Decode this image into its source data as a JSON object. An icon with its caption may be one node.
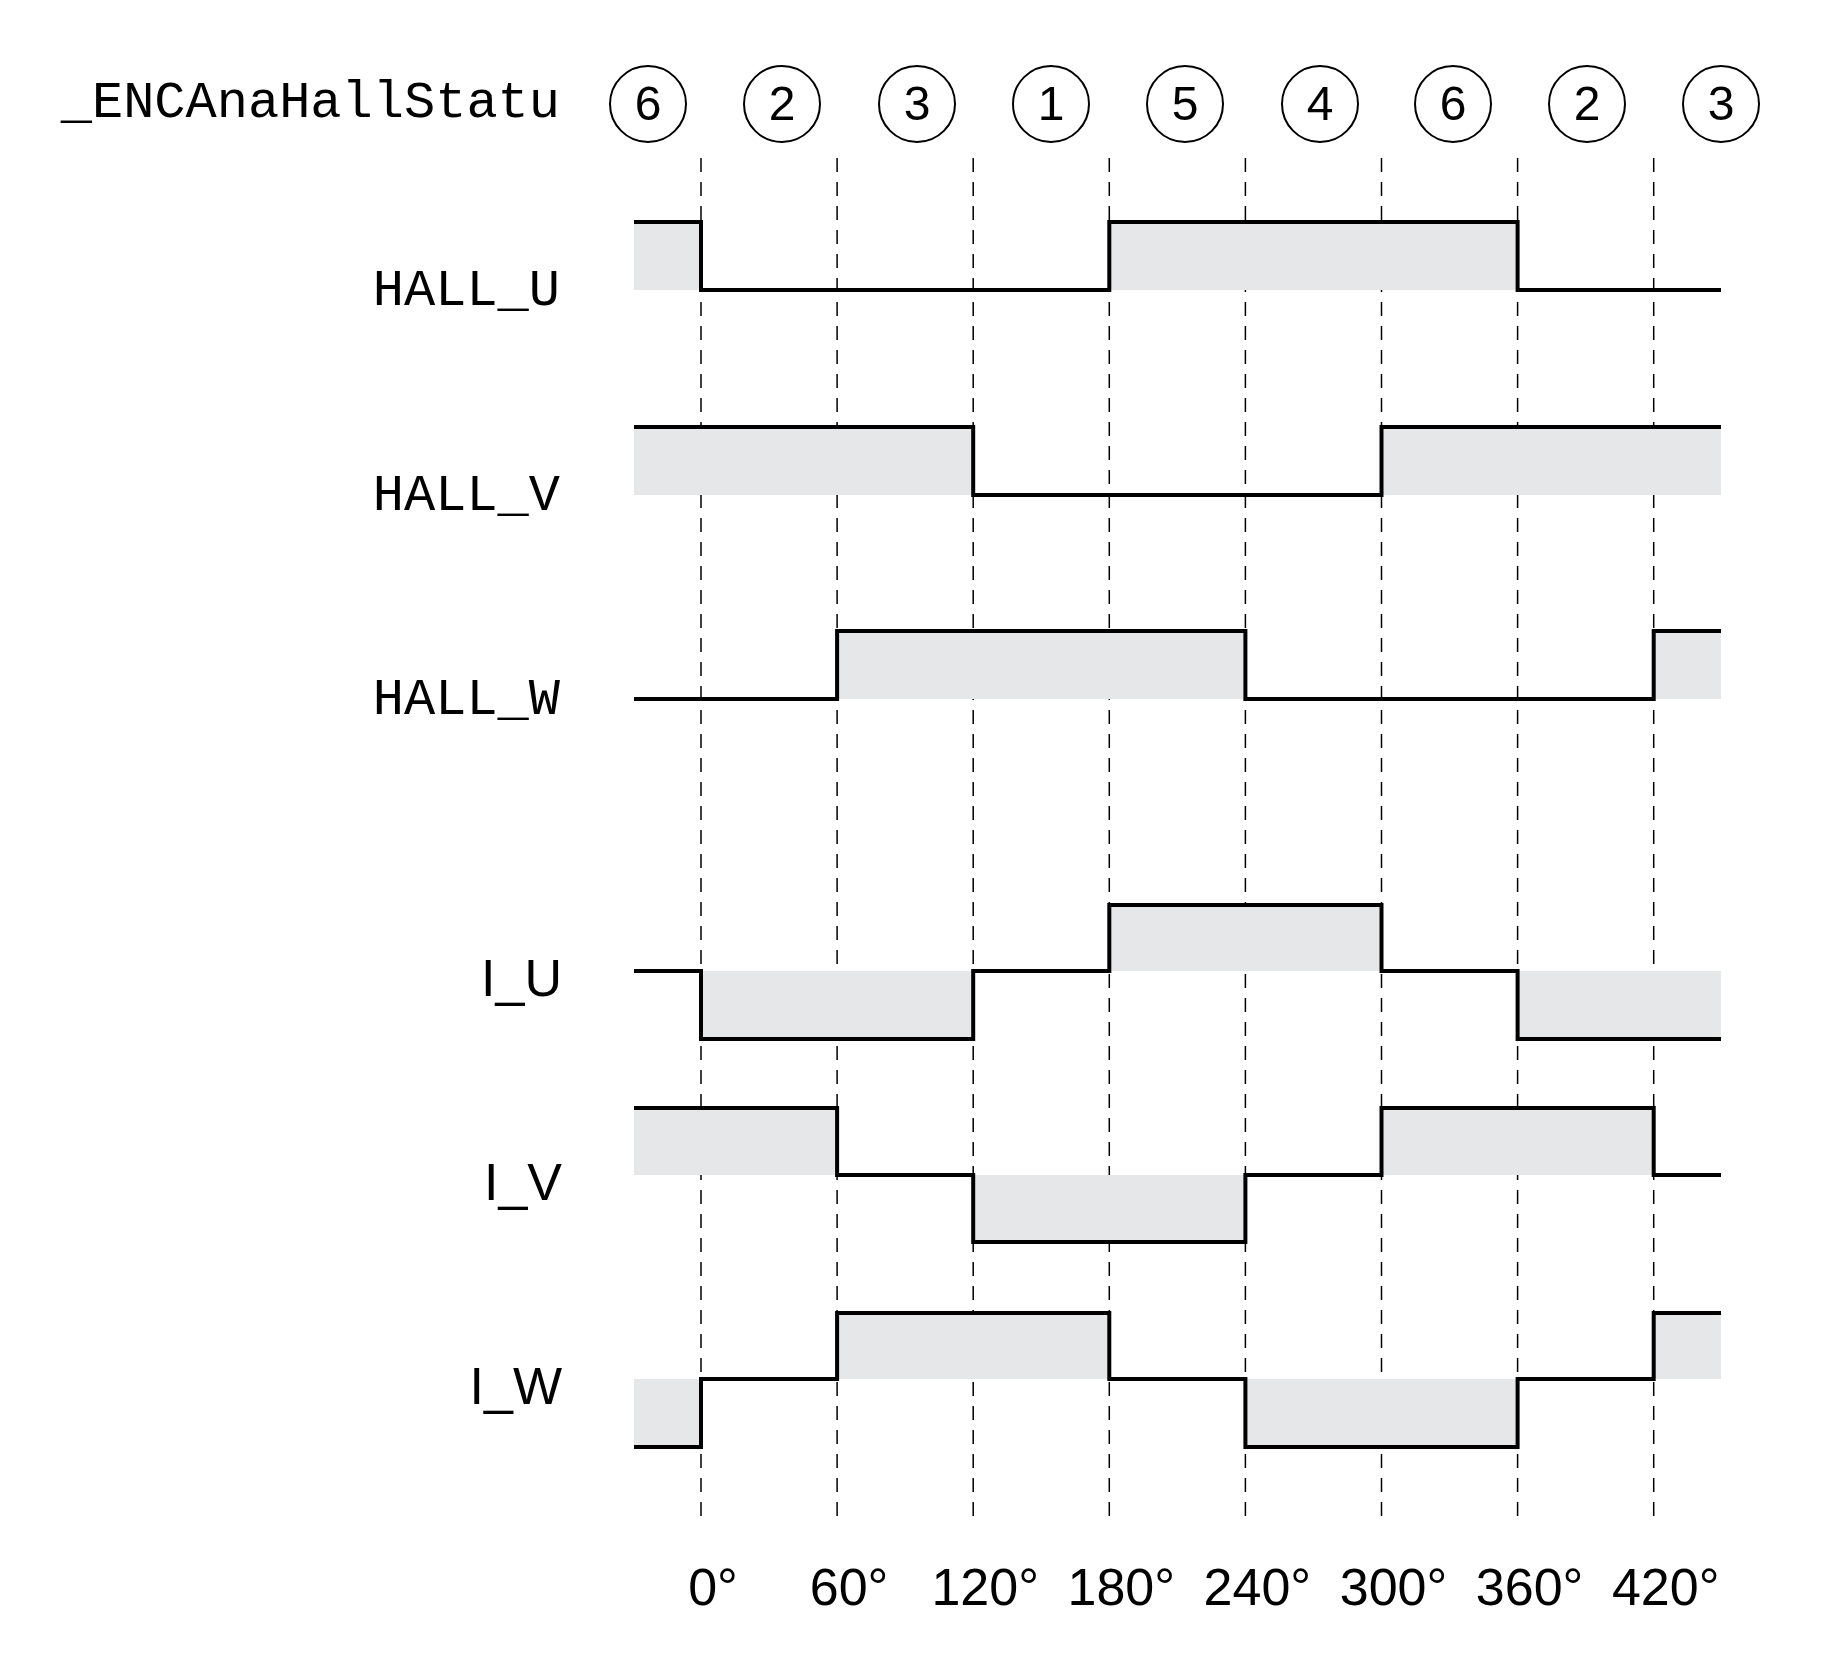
{
  "diagram": {
    "nodes": [
      {
        "text": [
          "6"
        ]
      },
      {
        "text": [
          "2"
        ]
      },
      {
        "text": [
          "3"
        ]
      },
      {
        "text": [
          "1"
        ]
      },
      {
        "text": [
          "5"
        ]
      },
      {
        "text": [
          "4"
        ]
      },
      {
        "text": [
          "6"
        ]
      },
      {
        "text": [
          "2"
        ]
      },
      {
        "text": [
          "3"
        ]
      }
    ],
    "labels": [
      "_ENCAnaHallStatu",
      "HALL_U",
      "HALL_V",
      "HALL_W",
      "I_U",
      "I_V",
      "I_W",
      "0°",
      "60°",
      "120°",
      "180°",
      "240°",
      "300°",
      "360°",
      "420°"
    ]
  }
}
